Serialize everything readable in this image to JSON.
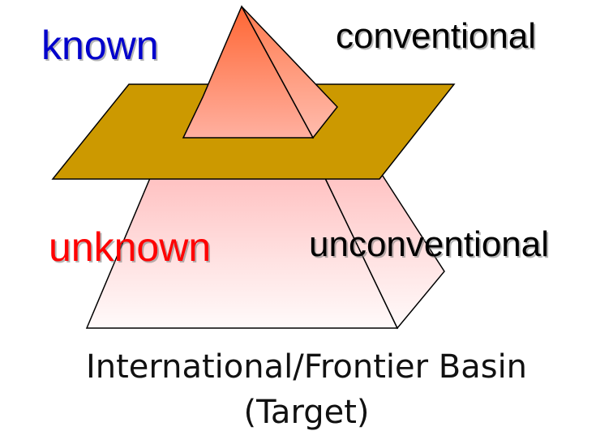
{
  "labels": {
    "known": "known",
    "conventional": "conventional",
    "unknown": "unknown",
    "unconventional": "unconventional"
  },
  "caption": {
    "line1": "International/Frontier Basin",
    "line2": "(Target)"
  },
  "colors": {
    "known_text": "#0000cc",
    "unknown_text": "#ff0000",
    "plane_fill": "#cc9900",
    "pyramid_top": "#ff6633",
    "pyramid_mid": "#ffaa99",
    "pyramid_base_light": "#fff4f4"
  }
}
